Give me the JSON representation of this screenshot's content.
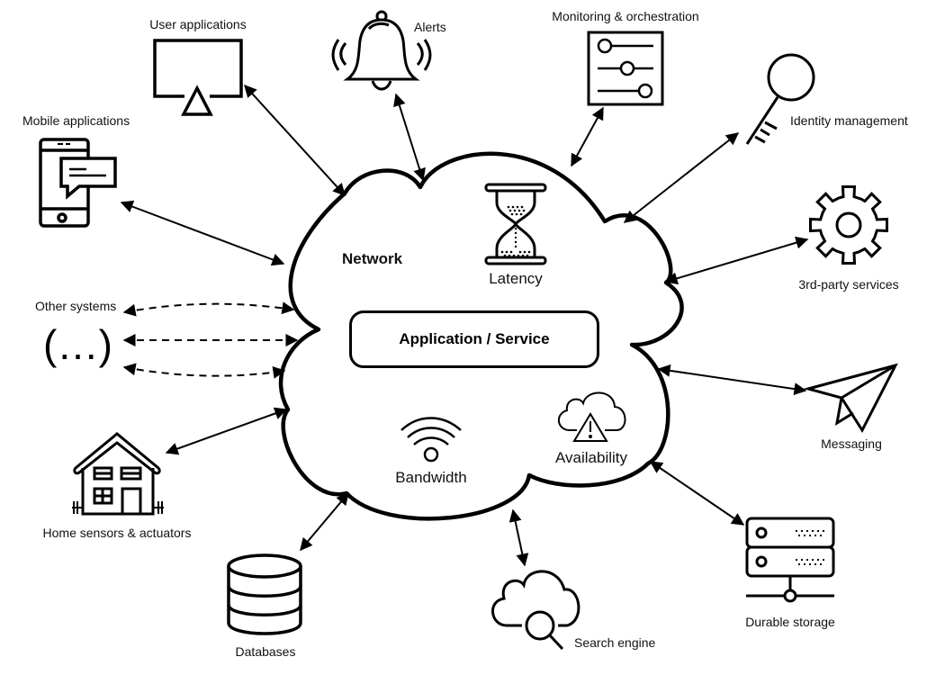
{
  "diagram": {
    "center": {
      "network_label": "Network",
      "service_label": "Application / Service",
      "properties": [
        {
          "label": "Latency",
          "icon": "hourglass-icon"
        },
        {
          "label": "Bandwidth",
          "icon": "wifi-icon"
        },
        {
          "label": "Availability",
          "icon": "cloud-warning-icon"
        }
      ]
    },
    "nodes": [
      {
        "label": "User applications",
        "icon": "monitor-icon",
        "connection": "bidirectional"
      },
      {
        "label": "Alerts",
        "icon": "bell-icon",
        "connection": "bidirectional"
      },
      {
        "label": "Monitoring & orchestration",
        "icon": "sliders-icon",
        "connection": "bidirectional"
      },
      {
        "label": "Identity management",
        "icon": "key-icon",
        "connection": "bidirectional"
      },
      {
        "label": "Mobile applications",
        "icon": "mobile-chat-icon",
        "connection": "bidirectional"
      },
      {
        "label": "3rd-party services",
        "icon": "gear-icon",
        "connection": "bidirectional"
      },
      {
        "label": "Other systems",
        "icon": "ellipsis-icon",
        "glyph": "(...)",
        "connection": "dashed-bidirectional"
      },
      {
        "label": "Messaging",
        "icon": "paper-plane-icon",
        "connection": "bidirectional"
      },
      {
        "label": "Home sensors & actuators",
        "icon": "house-icon",
        "connection": "bidirectional"
      },
      {
        "label": "Durable storage",
        "icon": "server-icon",
        "connection": "bidirectional"
      },
      {
        "label": "Databases",
        "icon": "database-icon",
        "connection": "bidirectional"
      },
      {
        "label": "Search engine",
        "icon": "cloud-search-icon",
        "connection": "bidirectional"
      }
    ]
  }
}
